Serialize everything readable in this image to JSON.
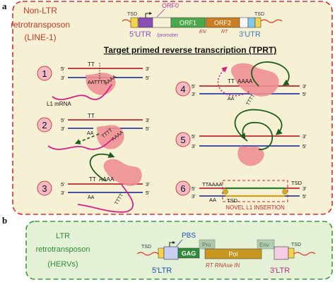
{
  "panel_a": {
    "letter": "a",
    "heading": [
      "Non-LTR",
      "retrotransposon",
      "(LINE-1)"
    ],
    "gene": {
      "tsd_left": "TSD",
      "orf0": "ORF0",
      "orf1": "ORF1",
      "orf2": "ORF2",
      "en": "EN",
      "rt": "RT",
      "utr5": "5'UTR",
      "promoter": "/promoter",
      "utr3": "3'UTR",
      "tsd_right": "TSD"
    },
    "tprt_title": "Target primed reverse transcription (TPRT)",
    "steps": [
      "1",
      "2",
      "3",
      "4",
      "5",
      "6"
    ],
    "strand_end_5": "5'",
    "strand_end_3": "3'",
    "step1": {
      "top_seq": "TT",
      "bot_seq": "AATTTT",
      "rna_tail": "AAAA",
      "rna_label": "L1 mRNA"
    },
    "step2": {
      "top_seq": "TT",
      "bot_seq": "AA",
      "rna_tail": "AAAA",
      "rt_seq": "TTTT"
    },
    "step3": {
      "top_seq": "TT",
      "top_tail": "AAAA",
      "bot_seq": "AA",
      "rt_seq": "TTTT"
    },
    "step4": {
      "top_seq": "TT",
      "top_tail": "AAAA",
      "bot_seq": "AA",
      "rt_seq": "TTTT"
    },
    "step6": {
      "top_seq": "TTAAAA",
      "bot_seq": "AA",
      "tsd_a": "TSD",
      "tsd_b": "TSD",
      "insertion": "NOVEL L1 INSERTION"
    }
  },
  "panel_b": {
    "letter": "b",
    "heading": [
      "LTR",
      "retrotransposon",
      "(HERVs)"
    ],
    "gene": {
      "tsd_left": "TSD",
      "pbs": "PBS",
      "gag": "GAG",
      "pro": "Pro",
      "pol": "Pol",
      "env": "Env",
      "tsd_right": "TSD",
      "enzymes": "RT RNAse IN",
      "ltr5": "5'LTR",
      "ltr3": "3'LTR"
    }
  },
  "colors": {
    "panel_a_bg": "#f6f0d4",
    "panel_b_bg": "#e4f1d6",
    "dash_red": "#d8312a",
    "dash_green": "#3d9a3a",
    "heading_red": "#c0392b",
    "heading_green": "#2e8b3a",
    "strand_top": "#c0262d",
    "strand_bottom": "#2d3c9c",
    "rna": "#d61f86",
    "cdna": "#3c8b3c",
    "enzyme": "#ee8f94",
    "orf": "#4aa84a",
    "orf2": "#c97e24",
    "utr": "#8a4fb5"
  }
}
